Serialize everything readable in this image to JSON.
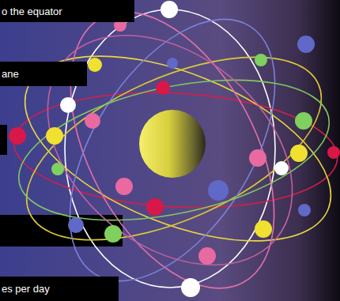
{
  "diagram": {
    "nodes": [
      {
        "text": [
          "o the equator"
        ]
      },
      {
        "text": [
          "ane"
        ]
      },
      {
        "text": [
          "es per day"
        ]
      }
    ]
  }
}
